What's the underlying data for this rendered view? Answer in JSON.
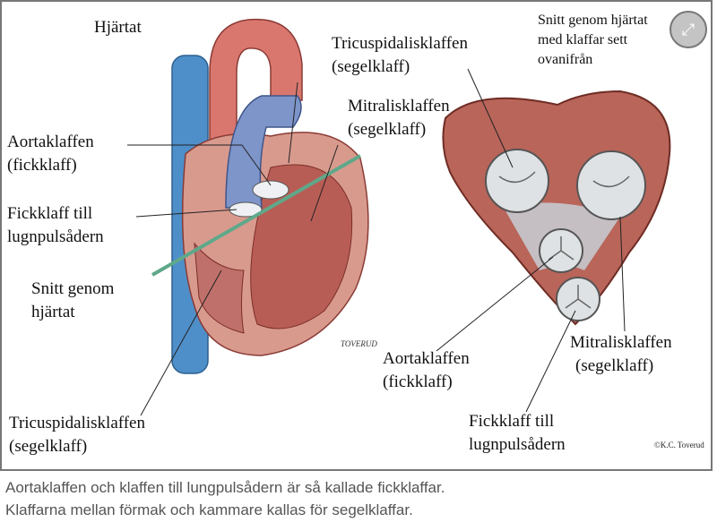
{
  "figure": {
    "left_title": "Hjärtat",
    "right_title_lines": [
      "Snitt genom hjärtat",
      "med klaffar sett",
      "ovanifrån"
    ],
    "left_labels": {
      "tricuspid": [
        "Tricuspidalisklaffen",
        "(segelklaff)"
      ],
      "mitral": [
        "Mitralisklaffen",
        "(segelklaff)"
      ],
      "aortic": [
        "Aortaklaffen",
        "(fickklaff)"
      ],
      "pulmonary": [
        "Fickklaff till",
        "lugnpulsådern"
      ],
      "section": [
        "Snitt genom",
        "hjärtat"
      ],
      "tricuspid_bottom": [
        "Tricuspidalisklaffen",
        "(segelklaff)"
      ]
    },
    "right_labels": {
      "aortic": [
        "Aortaklaffen",
        "(fickklaff)"
      ],
      "mitral": [
        "Mitralisklaffen",
        "(segelklaff)"
      ],
      "pulmonary": [
        "Fickklaff till",
        "lugnpulsådern"
      ]
    },
    "signature": "TOVERUD",
    "copyright": "©K.C. Toverud",
    "expand_icon": "expand-arrows-icon"
  },
  "caption": [
    "Aortaklaffen och klaffen till lungpulsådern är så kallade fickklaffar.",
    "Klaffarna mellan förmak och kammare kallas för segelklaffar."
  ]
}
